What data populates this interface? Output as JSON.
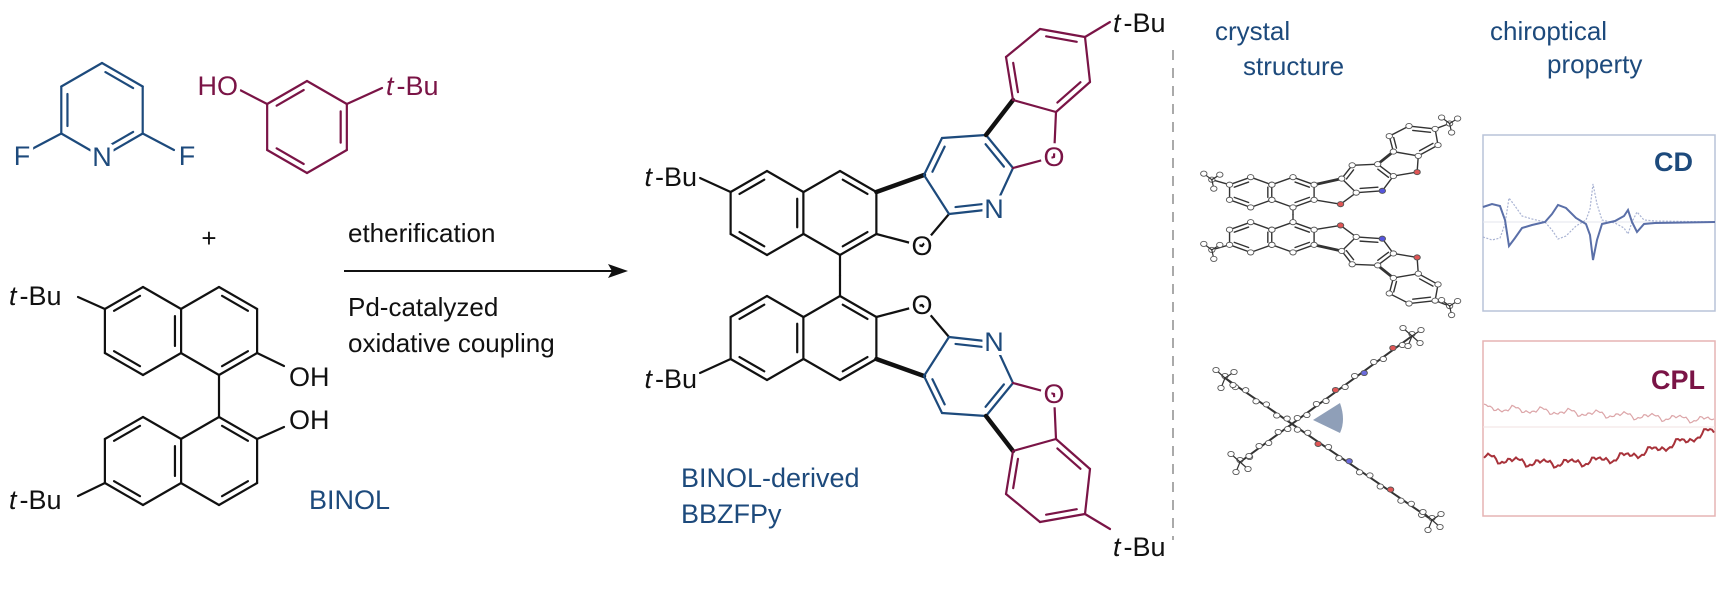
{
  "atoms": {
    "F": "F",
    "N": "N",
    "O": "O",
    "HO": "HO",
    "OH": "OH",
    "t": "t",
    "bu": "-Bu"
  },
  "plus": "+",
  "conditions": {
    "above": "etherification",
    "below_line1": "Pd-catalyzed",
    "below_line2": "oxidative coupling"
  },
  "labels": {
    "binol": "BINOL",
    "product_line1": "BINOL-derived",
    "product_line2": "BBZFPy"
  },
  "right_panel": {
    "crystal_line1": "crystal",
    "crystal_line2": "structure",
    "chiroptical_line1": "chiroptical",
    "chiroptical_line2": "property",
    "cd_label": "CD",
    "cpl_label": "CPL"
  },
  "colors": {
    "blue": "#1d4a7c",
    "maroon": "#7a1446",
    "black": "#111111",
    "cd_line": "#5a6fa8",
    "cpl_line": "#a8323a"
  }
}
